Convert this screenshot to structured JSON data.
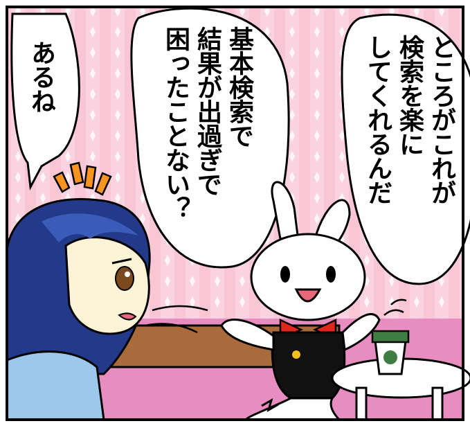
{
  "speech": {
    "right_bubble": "ところがこれが\n検索を楽に\nしてくれるんだ",
    "middle_bubble": "基本検索で\n結果が出過ぎで\n困ったことない？",
    "left_bubble": "あるね"
  },
  "colors": {
    "wall": "#fbd3e0",
    "wall_stripe": "#f8bfd2",
    "floor": "#e88dc0",
    "sofa": "#a96a3c",
    "hair": "#233a8a",
    "shirt": "#9cc8ec",
    "bowtie": "#e1261c",
    "cup_lid": "#3f7d43",
    "alert_marks": "#f7931e"
  },
  "icons": {
    "cup_logo": "mermaid-logo-icon",
    "emphasis": "alert-marks-icon",
    "kick": "impact-lines-icon"
  }
}
